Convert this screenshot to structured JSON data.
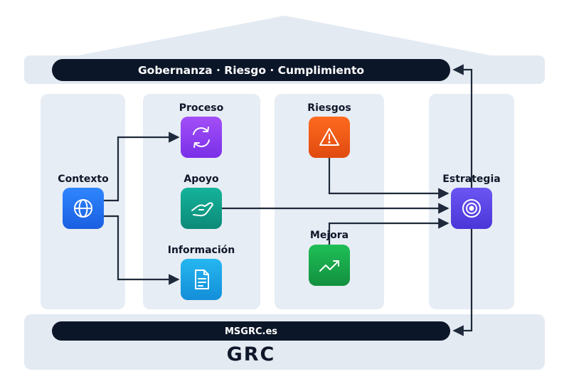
{
  "header": {
    "title": "Gobernanza · Riesgo · Cumplimiento"
  },
  "footer": {
    "site": "MSGRC.es",
    "brand": "GRC"
  },
  "nodes": {
    "contexto": {
      "label": "Contexto",
      "icon": "globe-icon",
      "color": "#1f6ff2"
    },
    "proceso": {
      "label": "Proceso",
      "icon": "refresh-icon",
      "color": "#8b3ff0"
    },
    "apoyo": {
      "label": "Apoyo",
      "icon": "handshake-icon",
      "color": "#0f9f8a"
    },
    "informacion": {
      "label": "Información",
      "icon": "document-icon",
      "color": "#1aa2e6"
    },
    "riesgos": {
      "label": "Riesgos",
      "icon": "warning-icon",
      "color": "#f05a16"
    },
    "mejora": {
      "label": "Mejora",
      "icon": "trend-up-icon",
      "color": "#16a34a"
    },
    "estrategia": {
      "label": "Estrategia",
      "icon": "target-icon",
      "color": "#5b45e6"
    }
  },
  "colors": {
    "structure": "#e3eaf2",
    "pill": "#0b1628",
    "connector": "#1e293b"
  }
}
